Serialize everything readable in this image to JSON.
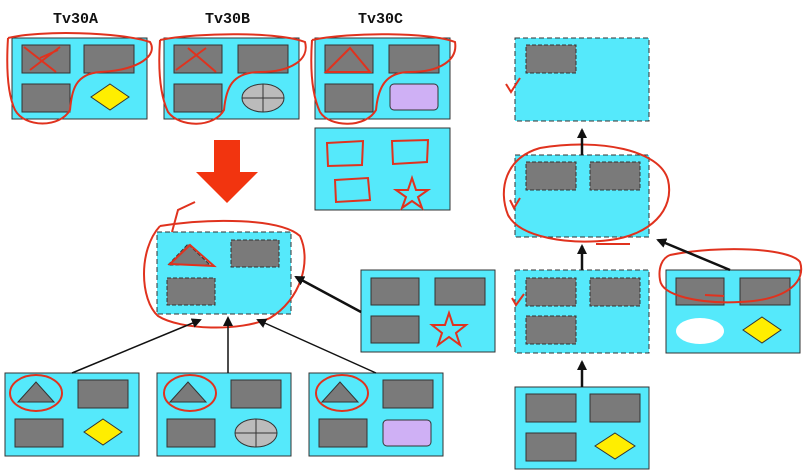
{
  "labels": {
    "a": "Tv30A",
    "b": "Tv30B",
    "c": "Tv30C"
  },
  "colors": {
    "panel": "#55e9fb",
    "rect": "#7a7a7a",
    "diamond": "#ffee00",
    "purple": "#cfb0f5",
    "ink": "#e0321e",
    "arrow": "#111111",
    "big_arrow": "#f2340f"
  },
  "icons": [
    "triangle-shape",
    "diamond-shape",
    "circle-cross-shape",
    "rounded-square-shape",
    "star-sketch",
    "oval-shape"
  ]
}
